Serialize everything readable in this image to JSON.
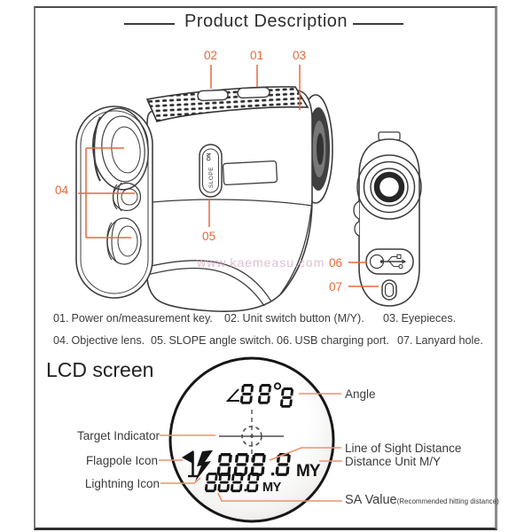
{
  "page": {
    "title": "Product Description",
    "watermark": "www.kaemeasu.com"
  },
  "callouts": {
    "c1": "01",
    "c2": "02",
    "c3": "03",
    "c4": "04",
    "c5": "05",
    "c6": "06",
    "c7": "07"
  },
  "device": {
    "slope_switch": "SLOPE",
    "slope_on": "ON"
  },
  "parts": [
    {
      "num": "01.",
      "label": "Power on/measurement key."
    },
    {
      "num": "02.",
      "label": "Unit switch button (M/Y)."
    },
    {
      "num": "03.",
      "label": "Eyepieces."
    },
    {
      "num": "04.",
      "label": "Objective lens."
    },
    {
      "num": "05.",
      "label": "SLOPE angle switch."
    },
    {
      "num": "06.",
      "label": "USB charging port."
    },
    {
      "num": "07.",
      "label": "Lanyard hole."
    }
  ],
  "lcd": {
    "heading": "LCD screen",
    "values": {
      "angle": "88°8",
      "line_of_sight": "888.8",
      "sa": "888.8",
      "unit": "MY"
    },
    "labels": {
      "angle": "Angle",
      "target_indicator": "Target Indicator",
      "flagpole_icon": "Flagpole Icon",
      "lightning_icon": "Lightning Icon",
      "line_of_sight": "Line of Sight Distance",
      "distance_unit": "Distance Unit M/Y",
      "sa_value": "SA Value",
      "sa_value_note": "(Recommended hitting distance)"
    }
  },
  "colors": {
    "callout": "#e5683b",
    "connector": "#ef906c",
    "ink": "#3d3d3d",
    "text": "#3c3c3c"
  }
}
